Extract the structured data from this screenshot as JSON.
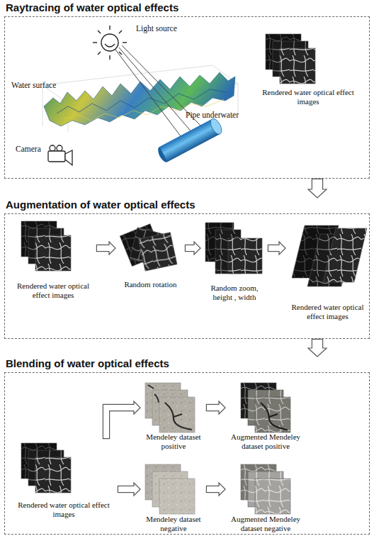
{
  "diagram": {
    "nodes": [
      {
        "text": [
          "Raytracing of water optical effects"
        ]
      },
      {
        "text": [
          "Rendered water optical effect images"
        ],
        "in": 0
      },
      {
        "text": [
          "Augmentation of water optical effects"
        ]
      },
      {
        "text": [
          "Rendered water optical effect images"
        ],
        "in": 2
      },
      {
        "text": [
          "Random rotation"
        ],
        "in": 2
      },
      {
        "text": [
          "Random zoom, height , width"
        ],
        "in": 2
      },
      {
        "text": [
          "Rendered water optical effect images"
        ],
        "in": 2
      },
      {
        "text": [
          "Blending of water optical effects"
        ]
      },
      {
        "text": [
          "Rendered water optical effect images"
        ],
        "in": 7
      },
      {
        "text": [
          "Mendeley dataset positive"
        ],
        "in": 7
      },
      {
        "text": [
          "Augmented Mendeley dataset positive"
        ],
        "in": 7
      },
      {
        "text": [
          "Mendeley dataset negative"
        ],
        "in": 7
      },
      {
        "text": [
          "Augmented Mendeley dataset negative"
        ],
        "in": 7
      }
    ],
    "edges": [
      {
        "from": 0,
        "to": 2,
        "arrow": "to"
      },
      {
        "from": 2,
        "to": 7,
        "arrow": "to"
      },
      {
        "from": 3,
        "to": 4,
        "arrow": "to"
      },
      {
        "from": 4,
        "to": 5,
        "arrow": "to"
      },
      {
        "from": 5,
        "to": 6,
        "arrow": "to"
      },
      {
        "from": 8,
        "to": 9,
        "arrow": "to"
      },
      {
        "from": 8,
        "to": 11,
        "arrow": "to"
      },
      {
        "from": 9,
        "to": 10,
        "arrow": "to"
      },
      {
        "from": 11,
        "to": 12,
        "arrow": "to"
      }
    ],
    "labels": [
      "Light source",
      "Water surface",
      "Camera",
      "Pipe underwater"
    ]
  }
}
